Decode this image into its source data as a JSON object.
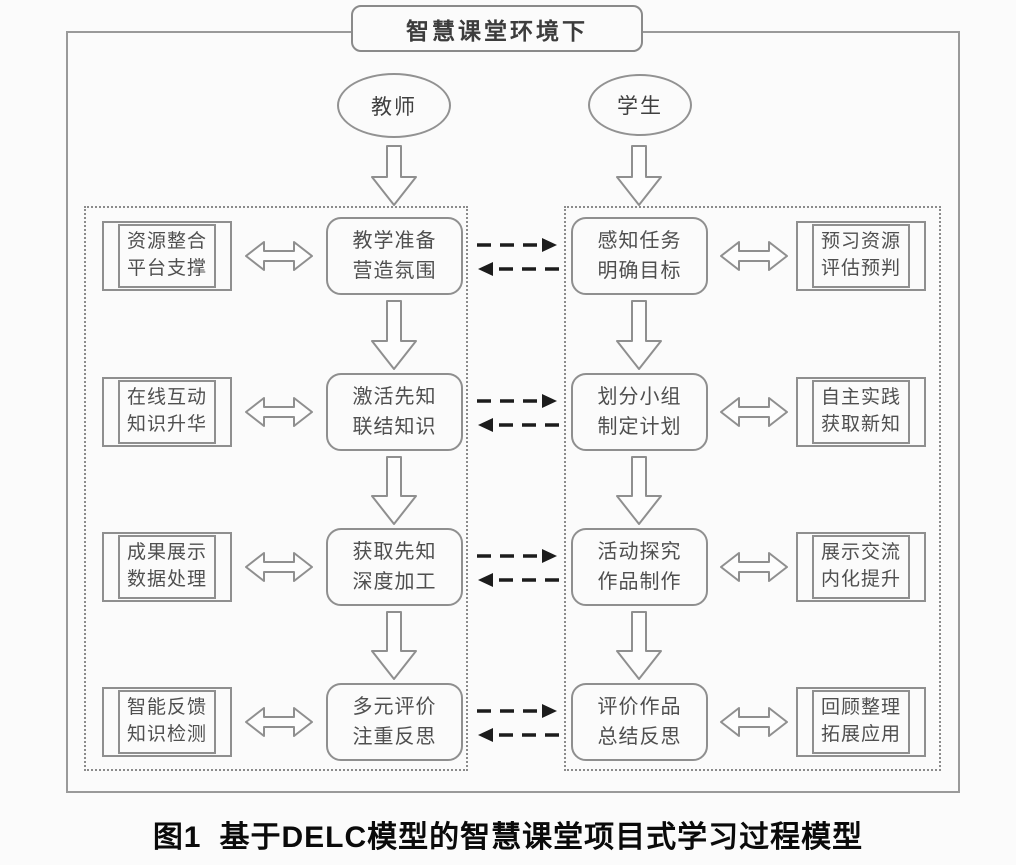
{
  "title": "智慧课堂环境下",
  "actors": {
    "teacher": "教师",
    "student": "学生"
  },
  "rows": [
    {
      "left": [
        "资源整合",
        "平台支撑"
      ],
      "teacher": [
        "教学准备",
        "营造氛围"
      ],
      "student": [
        "感知任务",
        "明确目标"
      ],
      "right": [
        "预习资源",
        "评估预判"
      ]
    },
    {
      "left": [
        "在线互动",
        "知识升华"
      ],
      "teacher": [
        "激活先知",
        "联结知识"
      ],
      "student": [
        "划分小组",
        "制定计划"
      ],
      "right": [
        "自主实践",
        "获取新知"
      ]
    },
    {
      "left": [
        "成果展示",
        "数据处理"
      ],
      "teacher": [
        "获取先知",
        "深度加工"
      ],
      "student": [
        "活动探究",
        "作品制作"
      ],
      "right": [
        "展示交流",
        "内化提升"
      ]
    },
    {
      "left": [
        "智能反馈",
        "知识检测"
      ],
      "teacher": [
        "多元评价",
        "注重反思"
      ],
      "student": [
        "评价作品",
        "总结反思"
      ],
      "right": [
        "回顾整理",
        "拓展应用"
      ]
    }
  ],
  "caption": {
    "label": "图1",
    "text": "基于DELC模型的智慧课堂项目式学习过程模型"
  },
  "colors": {
    "box_line": "#8f8f8f",
    "box_text": "#4f4f4f",
    "dashed_arrow": "#1c1c1c",
    "caption_text": "#0a0a0a",
    "background": "#fbfbfb"
  }
}
